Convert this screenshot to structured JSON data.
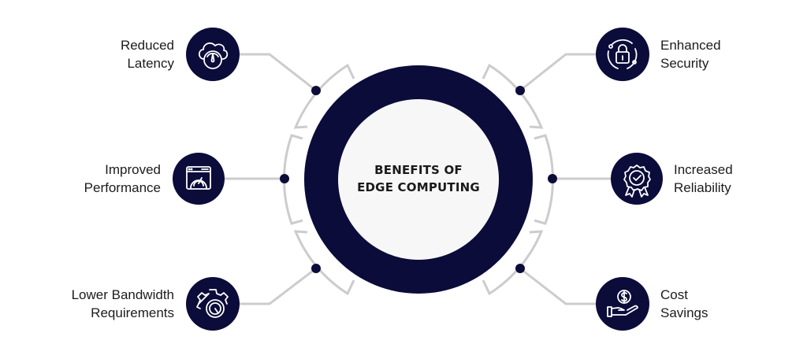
{
  "title": {
    "line1": "BENEFITS OF",
    "line2": "EDGE COMPUTING"
  },
  "colors": {
    "navy": "#0b0c3a",
    "inner_fill": "#f7f7f7",
    "connector": "#cccccc",
    "text": "#1c1c1c"
  },
  "benefits": [
    {
      "id": "reduced-latency",
      "line1": "Reduced",
      "line2": "Latency",
      "icon": "cloud-speedometer-icon",
      "side": "left"
    },
    {
      "id": "improved-performance",
      "line1": "Improved",
      "line2": "Performance",
      "icon": "browser-gauge-icon",
      "side": "left"
    },
    {
      "id": "lower-bandwidth",
      "line1": "Lower Bandwidth",
      "line2": "Requirements",
      "icon": "gear-gauge-icon",
      "side": "left"
    },
    {
      "id": "enhanced-security",
      "line1": "Enhanced",
      "line2": "Security",
      "icon": "padlock-orbit-icon",
      "side": "right"
    },
    {
      "id": "increased-reliability",
      "line1": "Increased",
      "line2": "Reliability",
      "icon": "award-badge-check-icon",
      "side": "right"
    },
    {
      "id": "cost-savings",
      "line1": "Cost",
      "line2": "Savings",
      "icon": "hand-dollar-coin-icon",
      "side": "right"
    }
  ]
}
